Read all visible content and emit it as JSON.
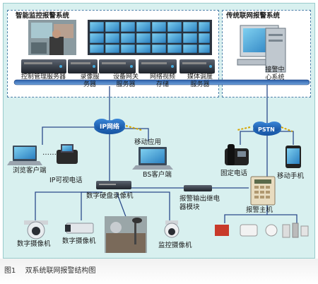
{
  "regions": {
    "monitor_title": "智能监控报警系统",
    "traditional_title": "传统联网报警系统"
  },
  "nodes": {
    "control_server": "控制管理服务器",
    "recording_server": "录像服务器",
    "device_gateway": "设备网关服务器",
    "network_storage": "网络视频存储",
    "media_server": "媒体调度服务器",
    "alarm_center": "接警中心系统",
    "ip_network": "IP网络",
    "pstn": "PSTN",
    "browse_client": "浏览客户端",
    "ip_videophone": "IP可视电话",
    "mobile_app": "移动应用",
    "bs_client": "BS客户端",
    "fixed_phone": "固定电话",
    "mobile_phone": "移动手机",
    "dvr": "数字硬盘录像机",
    "alarm_output": "报警输出继电器模块",
    "alarm_host": "报警主机",
    "digital_camera_1": "数字摄像机",
    "digital_camera_2": "数字摄像机",
    "monitor_camera": "监控摄像机",
    "ellipsis": "……"
  },
  "caption": {
    "figure": "图1",
    "text": "双系统联网报警结构图"
  }
}
